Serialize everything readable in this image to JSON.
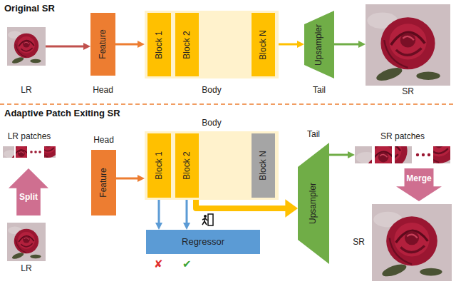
{
  "diagram": {
    "nodes": [
      {
        "text": [
          "LR"
        ]
      },
      {
        "text": [
          "Feature",
          "Head"
        ]
      },
      {
        "text": [
          "Body"
        ]
      },
      {
        "text": [
          "Block 1"
        ],
        "in": 2
      },
      {
        "text": [
          "Block 2"
        ],
        "in": 2
      },
      {
        "text": [
          "Block N"
        ],
        "in": 2
      },
      {
        "text": [
          "Upsampler",
          "Tail"
        ]
      },
      {
        "text": [
          "SR"
        ]
      },
      {
        "text": [
          "LR patches"
        ]
      },
      {
        "text": [
          "Split"
        ]
      },
      {
        "text": [
          "LR"
        ]
      },
      {
        "text": [
          "Head",
          "Feature"
        ]
      },
      {
        "text": [
          "Body"
        ]
      },
      {
        "text": [
          "Block 1"
        ],
        "in": 12
      },
      {
        "text": [
          "Block 2"
        ],
        "in": 12
      },
      {
        "text": [
          "Block N"
        ],
        "in": 12
      },
      {
        "text": [
          "Regressor"
        ]
      },
      {
        "text": [
          "Tail",
          "Upsampler"
        ]
      },
      {
        "text": [
          "SR patches"
        ]
      },
      {
        "text": [
          "Merge"
        ]
      },
      {
        "text": [
          "SR"
        ]
      }
    ],
    "edges": [
      {
        "from": 0,
        "to": 1,
        "arrow": "to"
      },
      {
        "from": 1,
        "to": 2,
        "arrow": "to"
      },
      {
        "from": 2,
        "to": 6,
        "arrow": "to"
      },
      {
        "from": 6,
        "to": 7,
        "arrow": "to"
      },
      {
        "from": 11,
        "to": 12,
        "arrow": "to"
      },
      {
        "from": 13,
        "to": 16,
        "arrow": "to"
      },
      {
        "from": 14,
        "to": 16,
        "arrow": "to"
      },
      {
        "from": 14,
        "to": 17,
        "arrow": "to"
      },
      {
        "from": 17,
        "to": 18,
        "arrow": "to"
      }
    ],
    "labels": [
      "Original SR",
      "Adaptive Patch Exiting SR",
      "✘",
      "✔"
    ]
  }
}
